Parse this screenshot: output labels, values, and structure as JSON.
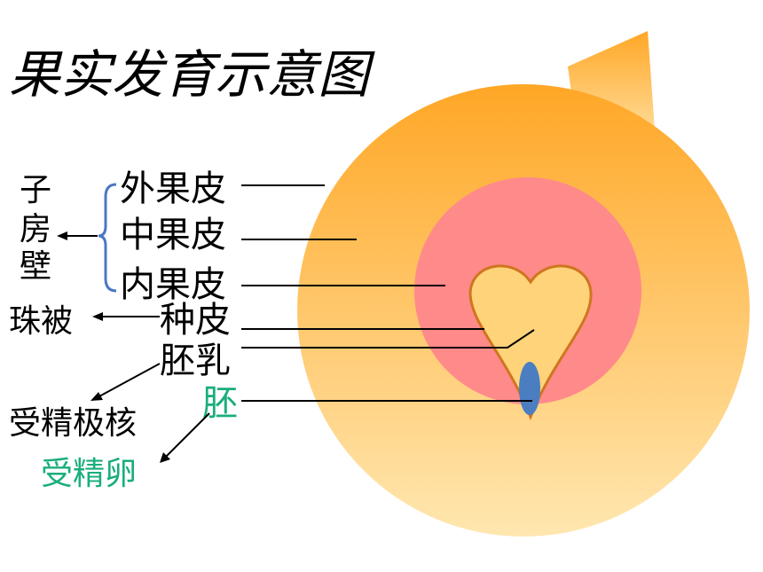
{
  "title": "果实发育示意图",
  "ovary_wall": {
    "label_chars": [
      "子",
      "房",
      "壁"
    ],
    "layers": [
      "外果皮",
      "中果皮",
      "内果皮"
    ]
  },
  "parts": {
    "seed_coat": "种皮",
    "endosperm": "胚乳",
    "embryo": "胚"
  },
  "origins": {
    "integument": "珠被",
    "fertilized_polar_nuclei": "受精极核",
    "fertilized_egg": "受精卵"
  },
  "colors": {
    "outer_fruit_top": "#FFA726",
    "outer_fruit_bottom": "#FFE7B0",
    "middle_layer": "#FF8A8A",
    "seed_fill": "#FFD37A",
    "seed_outline": "#D0751F",
    "embryo": "#4A7EC0",
    "bracket": "#4B78C2",
    "green_text": "#1AAE7B"
  }
}
